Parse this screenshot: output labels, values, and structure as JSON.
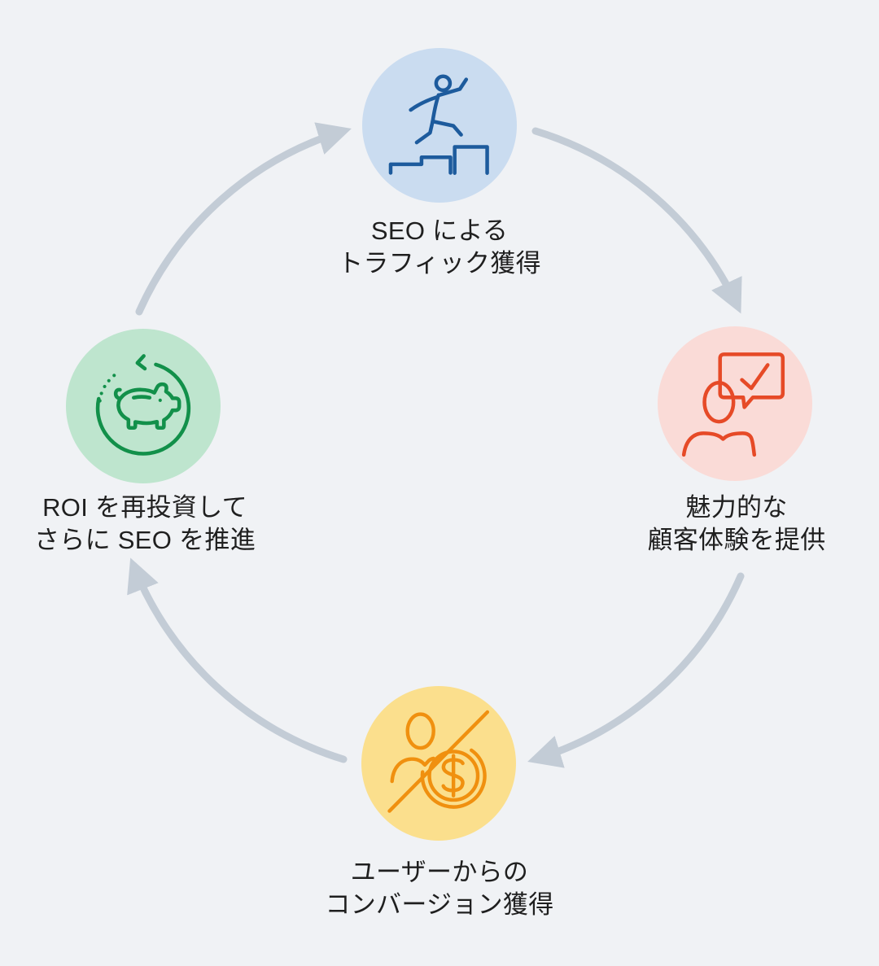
{
  "diagram": {
    "title": "SEO flywheel cycle",
    "background_color": "#f0f2f5",
    "arrow_color": "#c3ccd6",
    "text_color": "#1f1f1f",
    "nodes": [
      {
        "id": "seo-traffic",
        "position": "top",
        "lines": [
          "SEO による",
          "トラフィック獲得"
        ],
        "circle_fill": "#cadcf0",
        "icon": "runner-up-stairs-icon",
        "icon_color": "#1d5b9d"
      },
      {
        "id": "customer-experience",
        "position": "right",
        "lines": [
          "魅力的な",
          "顧客体験を提供"
        ],
        "circle_fill": "#fadbd7",
        "icon": "customer-feedback-icon",
        "icon_color": "#e64a27"
      },
      {
        "id": "conversion",
        "position": "bottom",
        "lines": [
          "ユーザーからの",
          "コンバージョン獲得"
        ],
        "circle_fill": "#fbdf8d",
        "icon": "user-conversion-dollar-icon",
        "icon_color": "#f0900f"
      },
      {
        "id": "roi-reinvest",
        "position": "left",
        "lines": [
          "ROI を再投資して",
          "さらに SEO を推進"
        ],
        "circle_fill": "#bee5ce",
        "icon": "piggy-bank-reinvest-icon",
        "icon_color": "#12904a"
      }
    ],
    "arrows": [
      {
        "from": "seo-traffic",
        "to": "customer-experience"
      },
      {
        "from": "customer-experience",
        "to": "conversion"
      },
      {
        "from": "conversion",
        "to": "roi-reinvest"
      },
      {
        "from": "roi-reinvest",
        "to": "seo-traffic"
      }
    ]
  }
}
